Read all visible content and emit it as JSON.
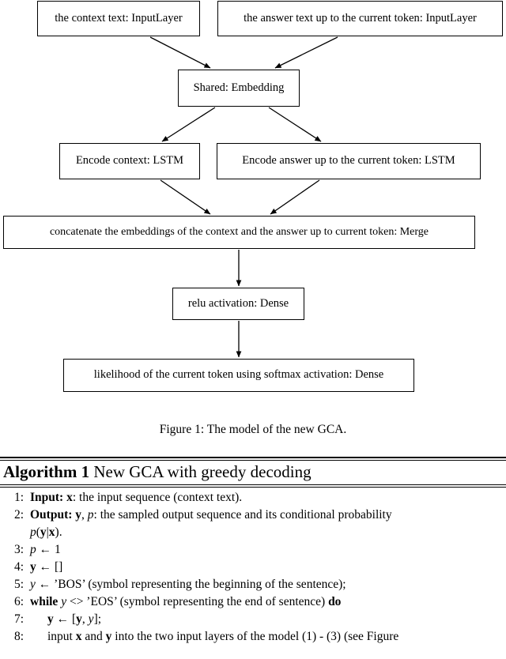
{
  "figure": {
    "caption": "Figure 1: The model of the new GCA.",
    "nodes": {
      "context_input": "the context text: InputLayer",
      "answer_input": "the answer text up to the current token: InputLayer",
      "embedding": "Shared: Embedding",
      "encode_context": "Encode context: LSTM",
      "encode_answer": "Encode answer up to the current token: LSTM",
      "merge": "concatenate the embeddings of the context and the answer up to current token: Merge",
      "relu": "relu activation: Dense",
      "softmax": "likelihood of the current token using softmax activation: Dense"
    },
    "edges": [
      {
        "from": "context_input",
        "to": "embedding"
      },
      {
        "from": "answer_input",
        "to": "embedding"
      },
      {
        "from": "embedding",
        "to": "encode_context"
      },
      {
        "from": "embedding",
        "to": "encode_answer"
      },
      {
        "from": "encode_context",
        "to": "merge"
      },
      {
        "from": "encode_answer",
        "to": "merge"
      },
      {
        "from": "merge",
        "to": "relu"
      },
      {
        "from": "relu",
        "to": "softmax"
      }
    ]
  },
  "algorithm": {
    "label": "Algorithm 1",
    "title": "New GCA with greedy decoding",
    "lines": [
      {
        "num": "1:",
        "indent": 0,
        "parts": [
          {
            "t": "Input:",
            "s": "bf"
          },
          {
            "t": " ",
            "s": "rm"
          },
          {
            "t": "x",
            "s": "bf"
          },
          {
            "t": ": the input sequence (context text).",
            "s": "rm"
          }
        ],
        "continuation": []
      },
      {
        "num": "2:",
        "indent": 0,
        "parts": [
          {
            "t": "Output:",
            "s": "bf"
          },
          {
            "t": " ",
            "s": "rm"
          },
          {
            "t": "y",
            "s": "bf"
          },
          {
            "t": ", ",
            "s": "rm"
          },
          {
            "t": "p",
            "s": "it"
          },
          {
            "t": ": the sampled output sequence and its conditional probability",
            "s": "rm"
          }
        ],
        "continuation": [
          {
            "t": "p",
            "s": "it"
          },
          {
            "t": "(",
            "s": "rm"
          },
          {
            "t": "y",
            "s": "bf"
          },
          {
            "t": "|",
            "s": "rm"
          },
          {
            "t": "x",
            "s": "bf"
          },
          {
            "t": ").",
            "s": "rm"
          }
        ]
      },
      {
        "num": "3:",
        "indent": 0,
        "parts": [
          {
            "t": "p",
            "s": "it"
          },
          {
            "t": " ← 1",
            "s": "rm"
          }
        ],
        "continuation": []
      },
      {
        "num": "4:",
        "indent": 0,
        "parts": [
          {
            "t": "y",
            "s": "bf"
          },
          {
            "t": " ← []",
            "s": "rm"
          }
        ],
        "continuation": []
      },
      {
        "num": "5:",
        "indent": 0,
        "parts": [
          {
            "t": "y",
            "s": "it"
          },
          {
            "t": " ← ’BOS’ (symbol representing the beginning of the sentence);",
            "s": "rm"
          }
        ],
        "continuation": []
      },
      {
        "num": "6:",
        "indent": 0,
        "parts": [
          {
            "t": "while",
            "s": "bf"
          },
          {
            "t": " ",
            "s": "rm"
          },
          {
            "t": "y",
            "s": "it"
          },
          {
            "t": " <> ’EOS’ (symbol representing the end of sentence) ",
            "s": "rm"
          },
          {
            "t": "do",
            "s": "bf"
          }
        ],
        "continuation": []
      },
      {
        "num": "7:",
        "indent": 1,
        "parts": [
          {
            "t": "y",
            "s": "bf"
          },
          {
            "t": " ← [",
            "s": "rm"
          },
          {
            "t": "y",
            "s": "bf"
          },
          {
            "t": ", ",
            "s": "rm"
          },
          {
            "t": "y",
            "s": "it"
          },
          {
            "t": "];",
            "s": "rm"
          }
        ],
        "continuation": []
      },
      {
        "num": "8:",
        "indent": 1,
        "parts": [
          {
            "t": "input ",
            "s": "rm"
          },
          {
            "t": "x",
            "s": "bf"
          },
          {
            "t": " and ",
            "s": "rm"
          },
          {
            "t": "y",
            "s": "bf"
          },
          {
            "t": " into the two input layers of the model (1) - (3) (see Figure",
            "s": "rm"
          }
        ],
        "continuation": []
      }
    ]
  }
}
